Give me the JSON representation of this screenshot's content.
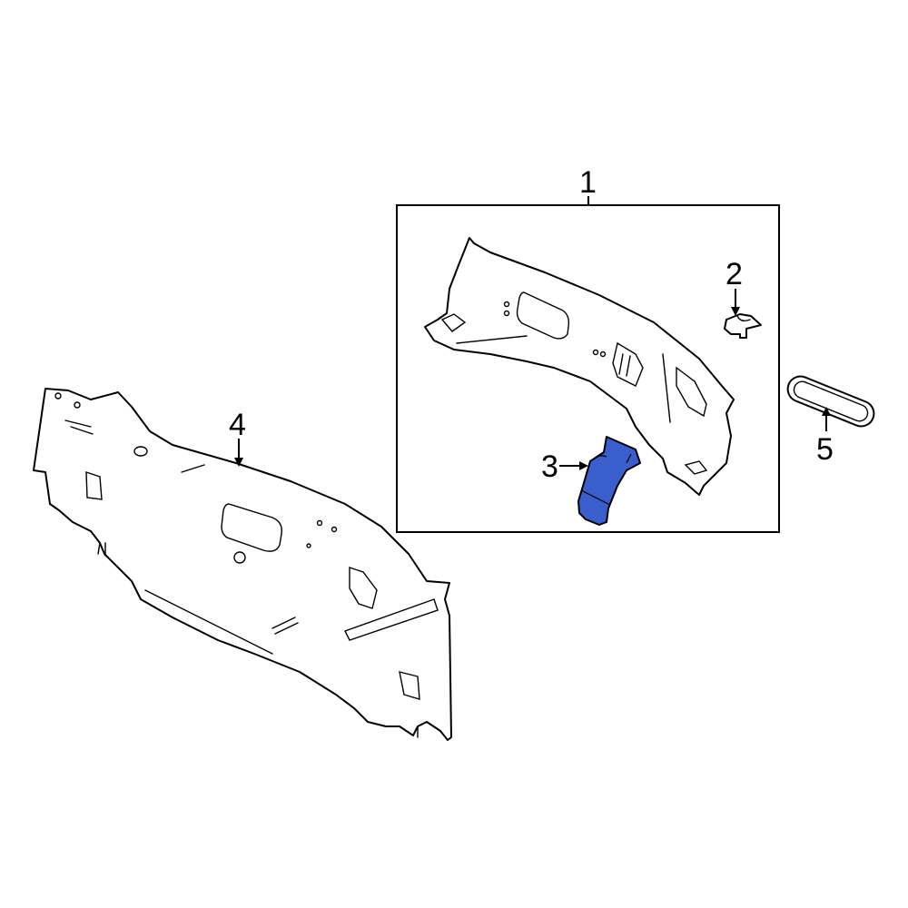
{
  "diagram": {
    "type": "exploded-parts-diagram",
    "background": "#ffffff",
    "highlight_color": "#3a5fcd",
    "callouts": [
      {
        "id": "1",
        "label": "1",
        "target": "assembly-box"
      },
      {
        "id": "2",
        "label": "2",
        "target": "clip"
      },
      {
        "id": "3",
        "label": "3",
        "target": "bracket-highlighted"
      },
      {
        "id": "4",
        "label": "4",
        "target": "rear-panel"
      },
      {
        "id": "5",
        "label": "5",
        "target": "grommet-ring"
      }
    ],
    "highlighted_part": "3"
  }
}
